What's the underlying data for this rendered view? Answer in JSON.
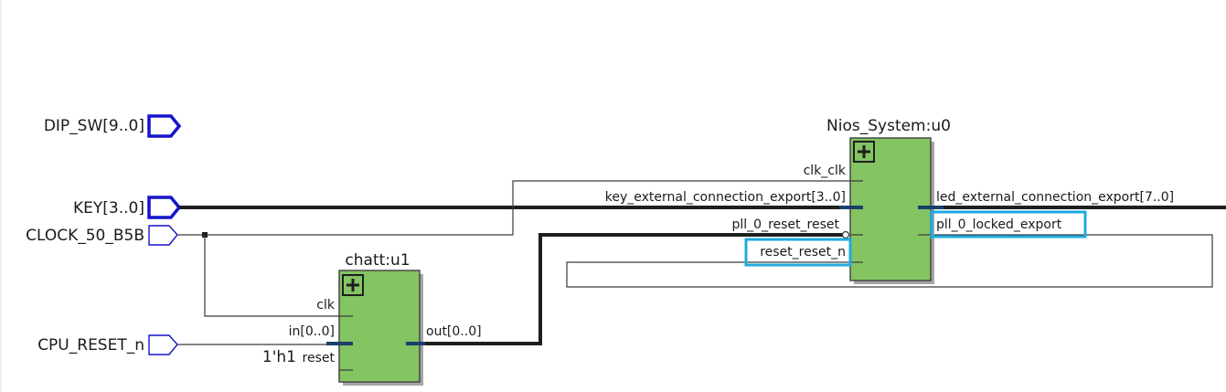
{
  "ports": {
    "dip_sw": "DIP_SW[9..0]",
    "key": "KEY[3..0]",
    "clock": "CLOCK_50_B5B",
    "cpu_reset": "CPU_RESET_n"
  },
  "chatt": {
    "title": "chatt:u1",
    "pins": {
      "clk": "clk",
      "in": "in[0..0]",
      "reset": "reset",
      "out": "out[0..0]"
    },
    "const": "1'h1"
  },
  "nios": {
    "title": "Nios_System:u0",
    "pins": {
      "clk": "clk_clk",
      "key": "key_external_connection_export[3..0]",
      "pll_reset": "pll_0_reset_reset",
      "reset": "reset_reset_n",
      "led": "led_external_connection_export[7..0]",
      "pll_locked": "pll_0_locked_export"
    }
  },
  "colors": {
    "port": "#1414cc",
    "block": "#84c462",
    "highlight": "#1ea9e1"
  },
  "icons": [
    "input-port-icon",
    "expand-plus-icon"
  ]
}
